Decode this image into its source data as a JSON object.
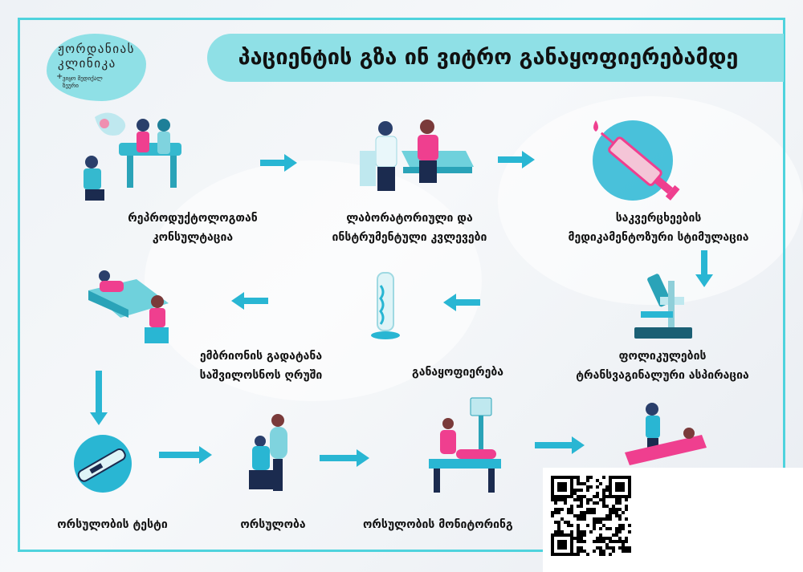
{
  "logo": {
    "line1": "ჟორდანიას",
    "line2": "კლინიკა",
    "sub1": "ვიყო მედიქალ",
    "sub2": "ზეური",
    "plus": "+"
  },
  "title": "პაციენტის გზა ინ ვიტრო განაყოფიერებამდე",
  "steps": [
    {
      "line1": "რეპროდუქტოლოგთან",
      "line2": "კონსულტაცია"
    },
    {
      "line1": "ლაბორატორიული და",
      "line2": "ინსტრუმენტული კვლევები"
    },
    {
      "line1": "საკვერცხეების",
      "line2": "მედიკამენტოზური სტიმულაცია"
    },
    {
      "line1": "ფოლიკულების",
      "line2": "ტრანსვაგინალური ასპირაცია"
    },
    {
      "line1": "განაყოფიერება",
      "line2": ""
    },
    {
      "line1": "ემბრიონის გადატანა",
      "line2": "საშვილოსნოს ღრუში"
    },
    {
      "line1": "ორსულობის ტესტი",
      "line2": ""
    },
    {
      "line1": "ორსულობა",
      "line2": ""
    },
    {
      "line1": "ორსულობის მონიტორინგ",
      "line2": ""
    }
  ],
  "colors": {
    "accent": "#29b6d3",
    "pill": "#8fe0e6",
    "border": "#4fd3dd",
    "pink": "#ef3f8f"
  }
}
